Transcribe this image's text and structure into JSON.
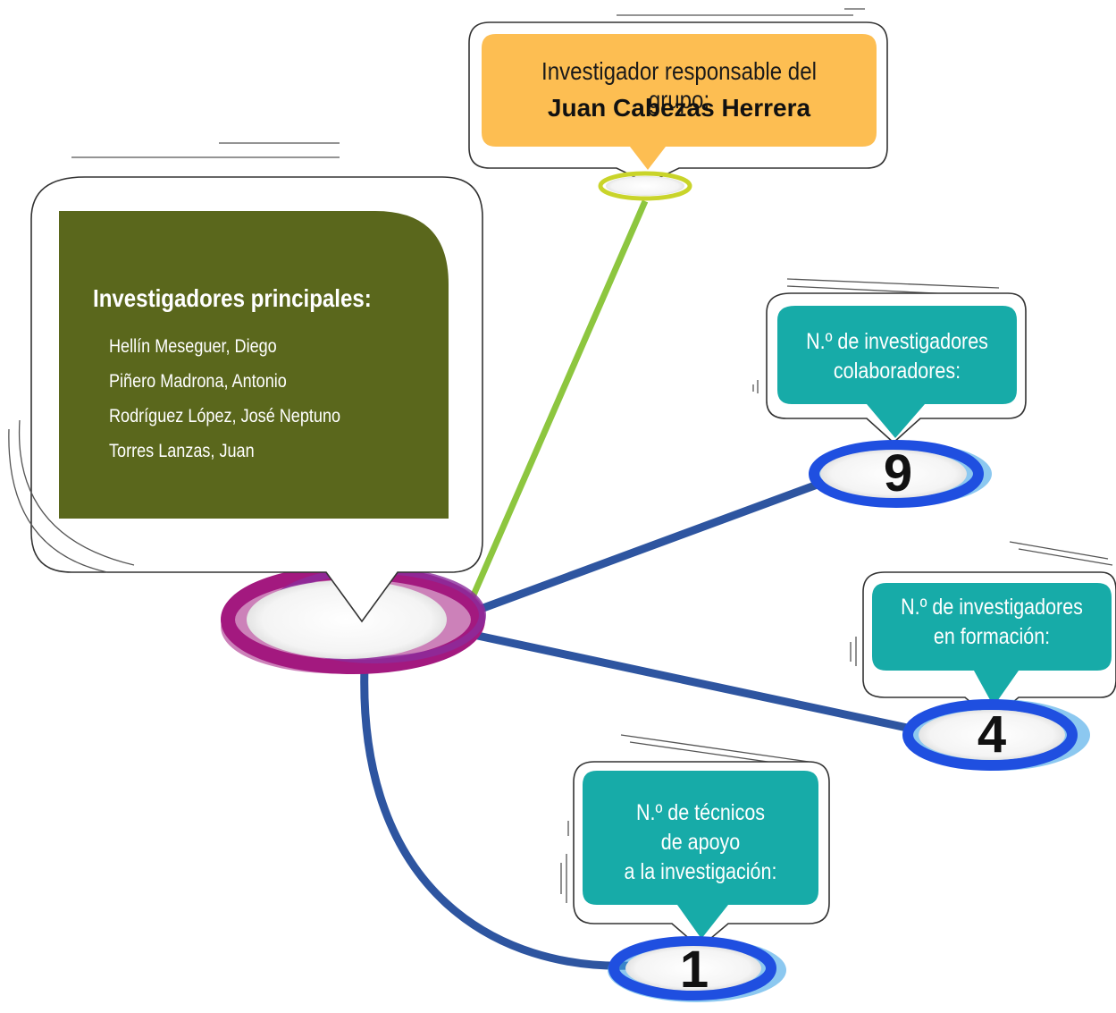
{
  "responsible": {
    "label": "Investigador responsable del grupo:",
    "name": "Juan Cabezas Herrera",
    "color": "#FDBE52"
  },
  "principal": {
    "title": "Investigadores principales:",
    "members": [
      "Hellín Meseguer, Diego",
      "Piñero Madrona, Antonio",
      "Rodríguez López, José Neptuno",
      "Torres Lanzas, Juan"
    ],
    "color": "#5A671C"
  },
  "collaborators": {
    "label_line1": "N.º de investigadores",
    "label_line2": "colaboradores:",
    "value": "9",
    "color": "#17ABA8"
  },
  "trainees": {
    "label_line1": "N.º de investigadores",
    "label_line2": "en formación:",
    "value": "4",
    "color": "#17ABA8"
  },
  "technicians": {
    "label_line1": "N.º de técnicos",
    "label_line2": "de apoyo",
    "label_line3": "a la investigación:",
    "value": "1",
    "color": "#17ABA8"
  },
  "colors": {
    "hub_ring": "#A3197F",
    "hub_ring_accent": "#8B2C9C",
    "connector_green": "#8DC63F",
    "connector_blue": "#2E55A0",
    "node_ring_blue": "#1F4FE0",
    "node_ring_light": "#3FA3E6",
    "yellow_ring": "#C9D42A"
  }
}
